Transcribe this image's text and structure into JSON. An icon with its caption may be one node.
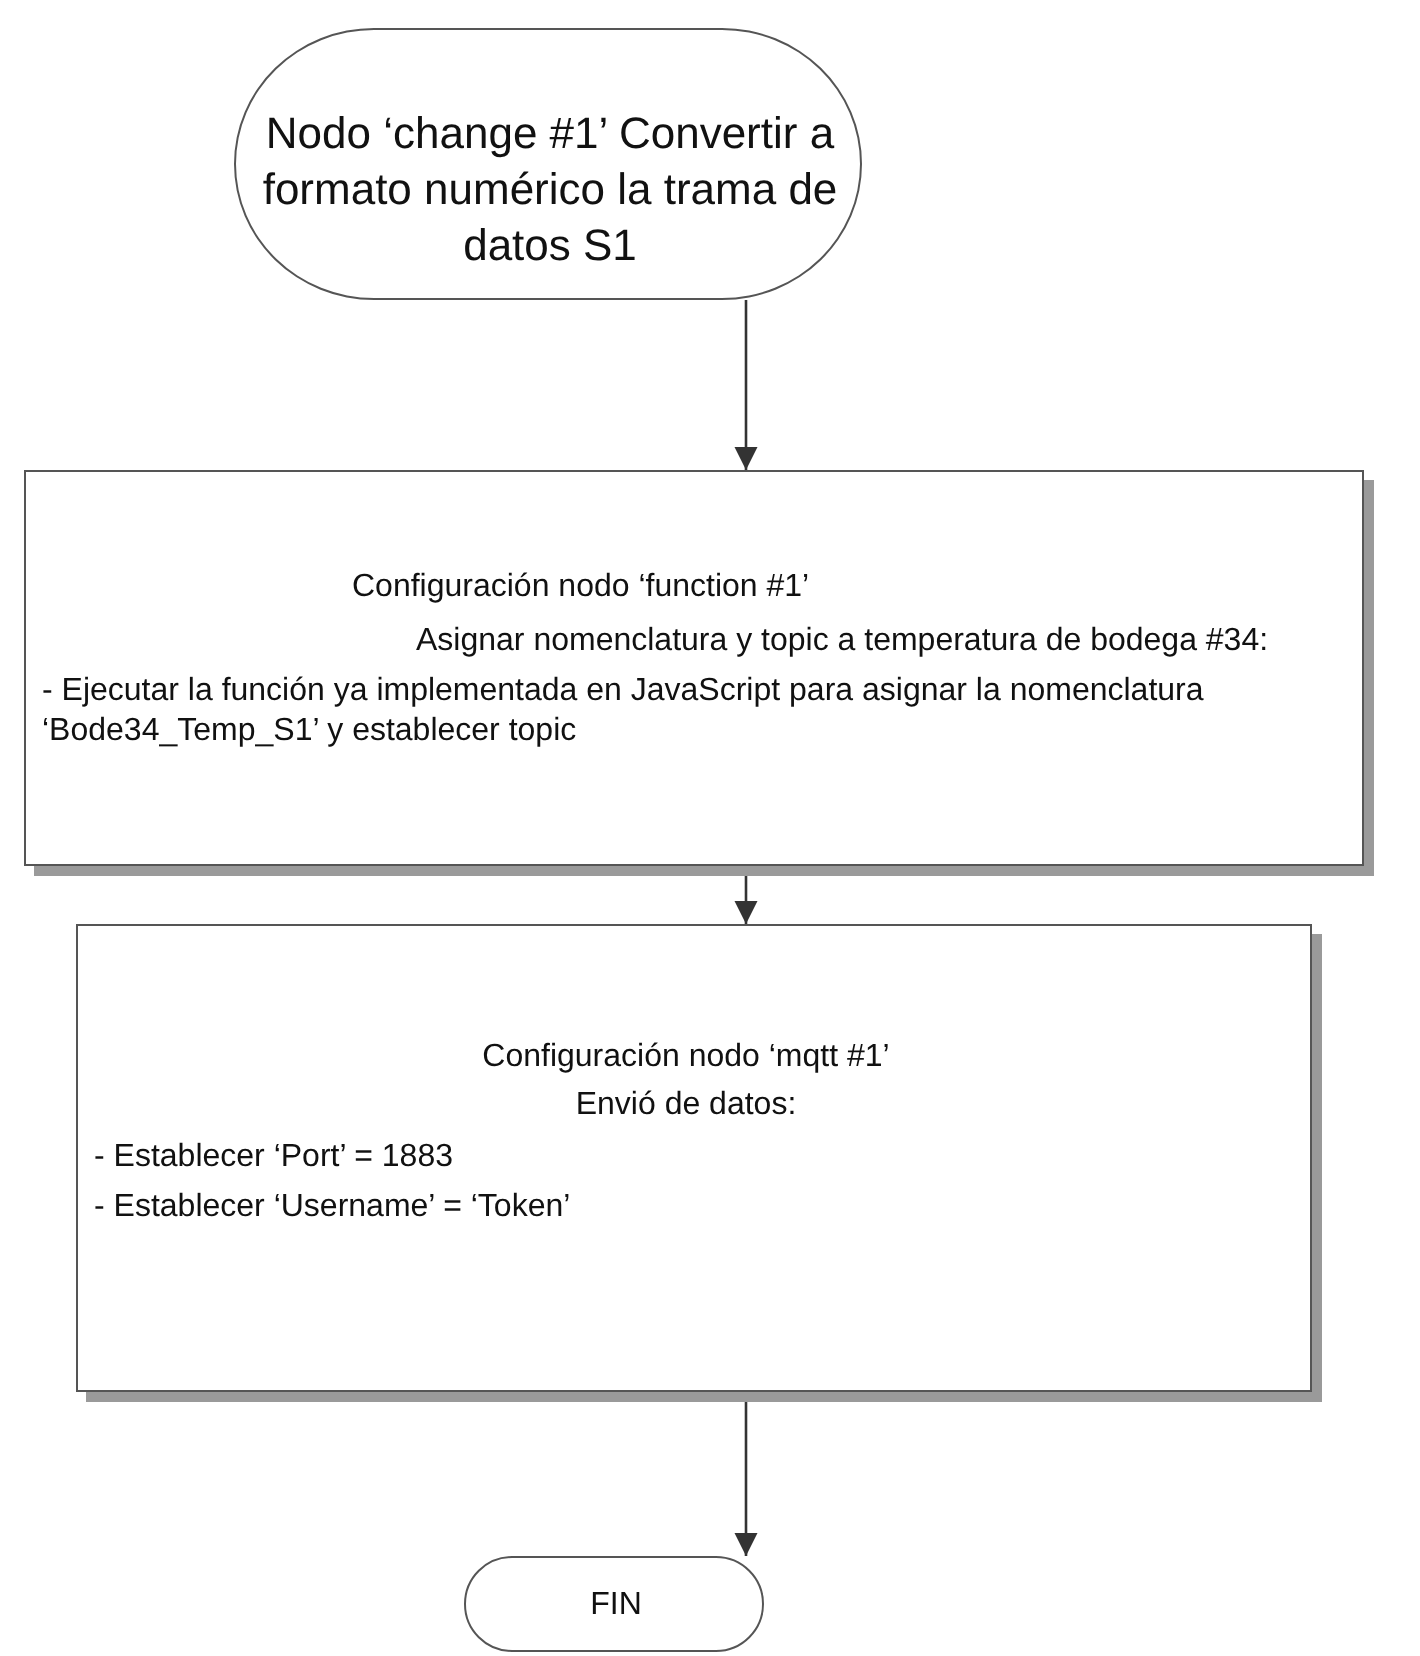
{
  "diagram": {
    "nodes": [
      {
        "text": [
          "Nodo ‘change #1’ Convertir a formato numérico la trama de datos S1"
        ]
      },
      {
        "text": [
          "Configuración nodo ‘function #1’",
          "Asignar nomenclatura y topic a temperatura de bodega #34:",
          "- Ejecutar la función ya implementada en JavaScript para asignar la nomenclatura ‘Bode34_Temp_S1’ y establecer topic"
        ]
      },
      {
        "text": [
          "Configuración nodo ‘mqtt #1’",
          "Envió de datos:",
          "- Establecer ‘Port’ = 1883",
          "- Establecer ‘Username’ = ‘Token’"
        ]
      },
      {
        "text": [
          "FIN"
        ]
      }
    ],
    "edges": [
      {
        "from": 0,
        "to": 1,
        "arrow": "to"
      },
      {
        "from": 1,
        "to": 2,
        "arrow": "to"
      },
      {
        "from": 2,
        "to": 3,
        "arrow": "to"
      }
    ]
  }
}
